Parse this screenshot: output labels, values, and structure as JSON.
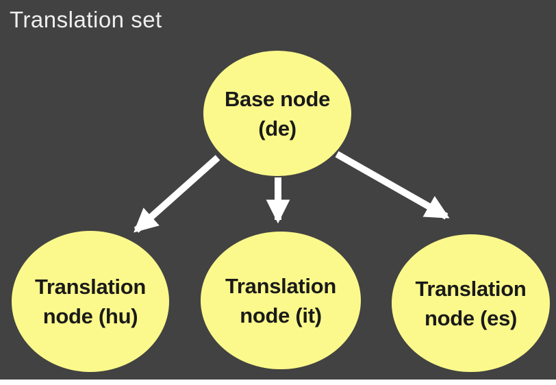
{
  "title": "Translation set",
  "colors": {
    "background": "#424242",
    "node_fill": "#fbf98b",
    "node_text": "#1a1a1a",
    "title_text": "#efefef",
    "arrow": "#ffffff",
    "page_margin": "#fdfdfd"
  },
  "diagram": {
    "type": "tree",
    "nodes": [
      {
        "id": "base",
        "role": "base",
        "language": "de",
        "label_line1": "Base node",
        "label_line2": "(de)"
      },
      {
        "id": "hu",
        "role": "translation",
        "language": "hu",
        "label_line1": "Translation",
        "label_line2": "node (hu)"
      },
      {
        "id": "it",
        "role": "translation",
        "language": "it",
        "label_line1": "Translation",
        "label_line2": "node (it)"
      },
      {
        "id": "es",
        "role": "translation",
        "language": "es",
        "label_line1": "Translation",
        "label_line2": "node (es)"
      }
    ],
    "edges": [
      {
        "from": "base",
        "to": "hu"
      },
      {
        "from": "base",
        "to": "it"
      },
      {
        "from": "base",
        "to": "es"
      }
    ]
  }
}
